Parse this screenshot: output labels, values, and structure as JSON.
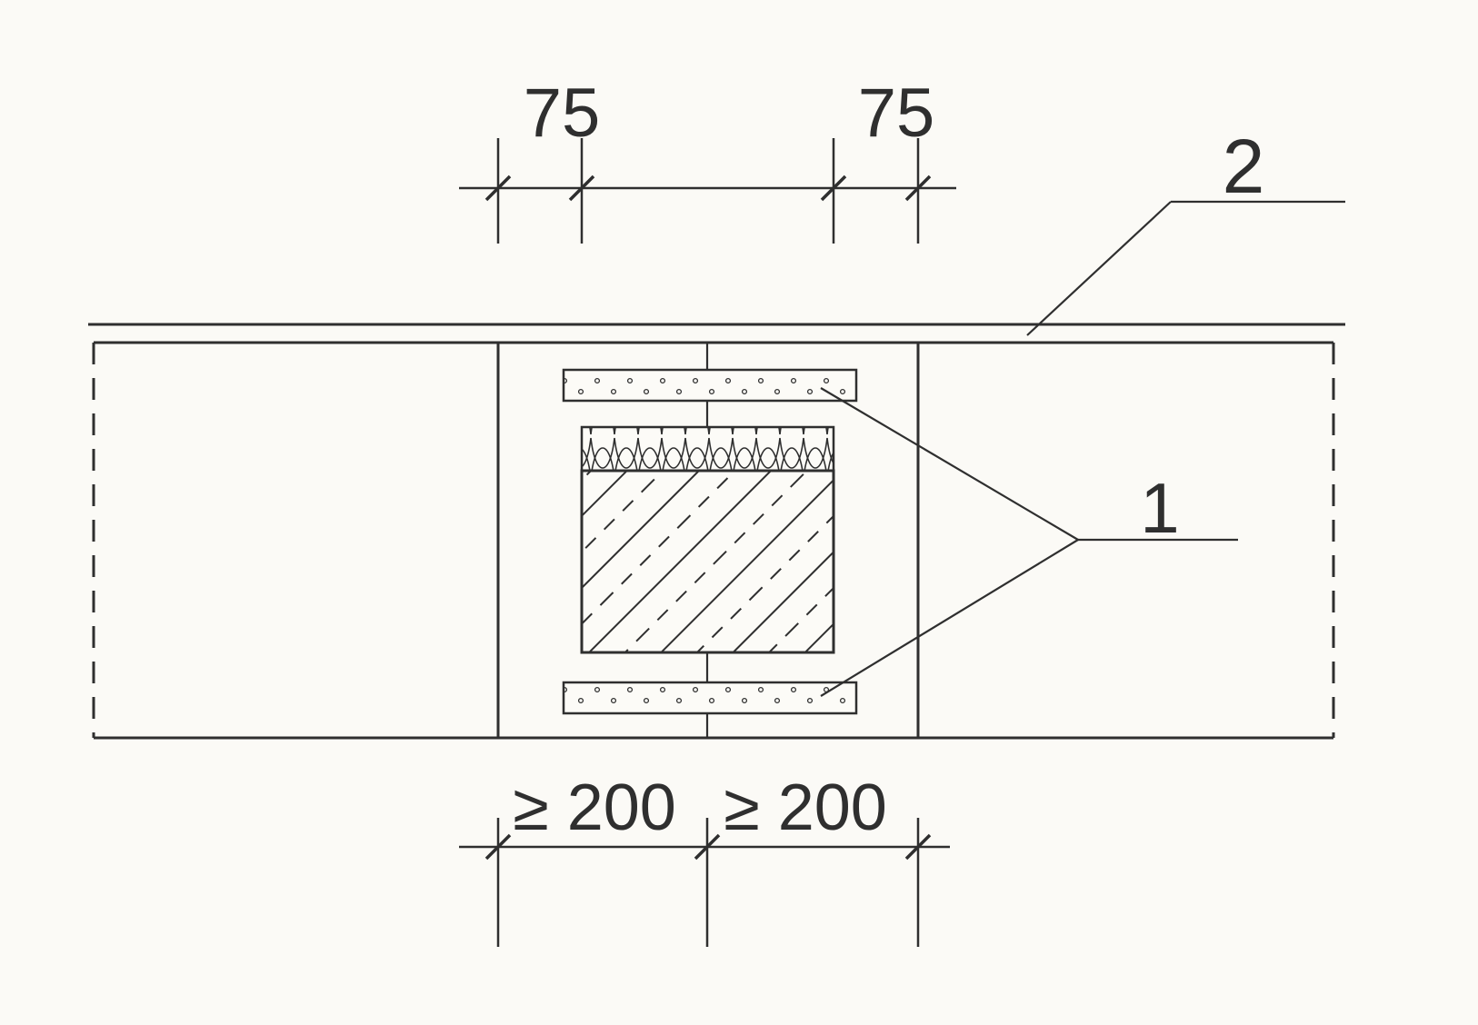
{
  "drawing": {
    "colors": {
      "line": "#2f2f2f",
      "background": "#fbfaf6"
    },
    "dimensions": {
      "top_left": "75",
      "top_right": "75",
      "bottom_left": "≥ 200",
      "bottom_right": "≥ 200"
    },
    "callouts": {
      "item1": "1",
      "item2": "2"
    },
    "textures": {
      "board": "stipple-dots",
      "insulation": "batt-loops",
      "core": "diagonal-hatch"
    }
  }
}
